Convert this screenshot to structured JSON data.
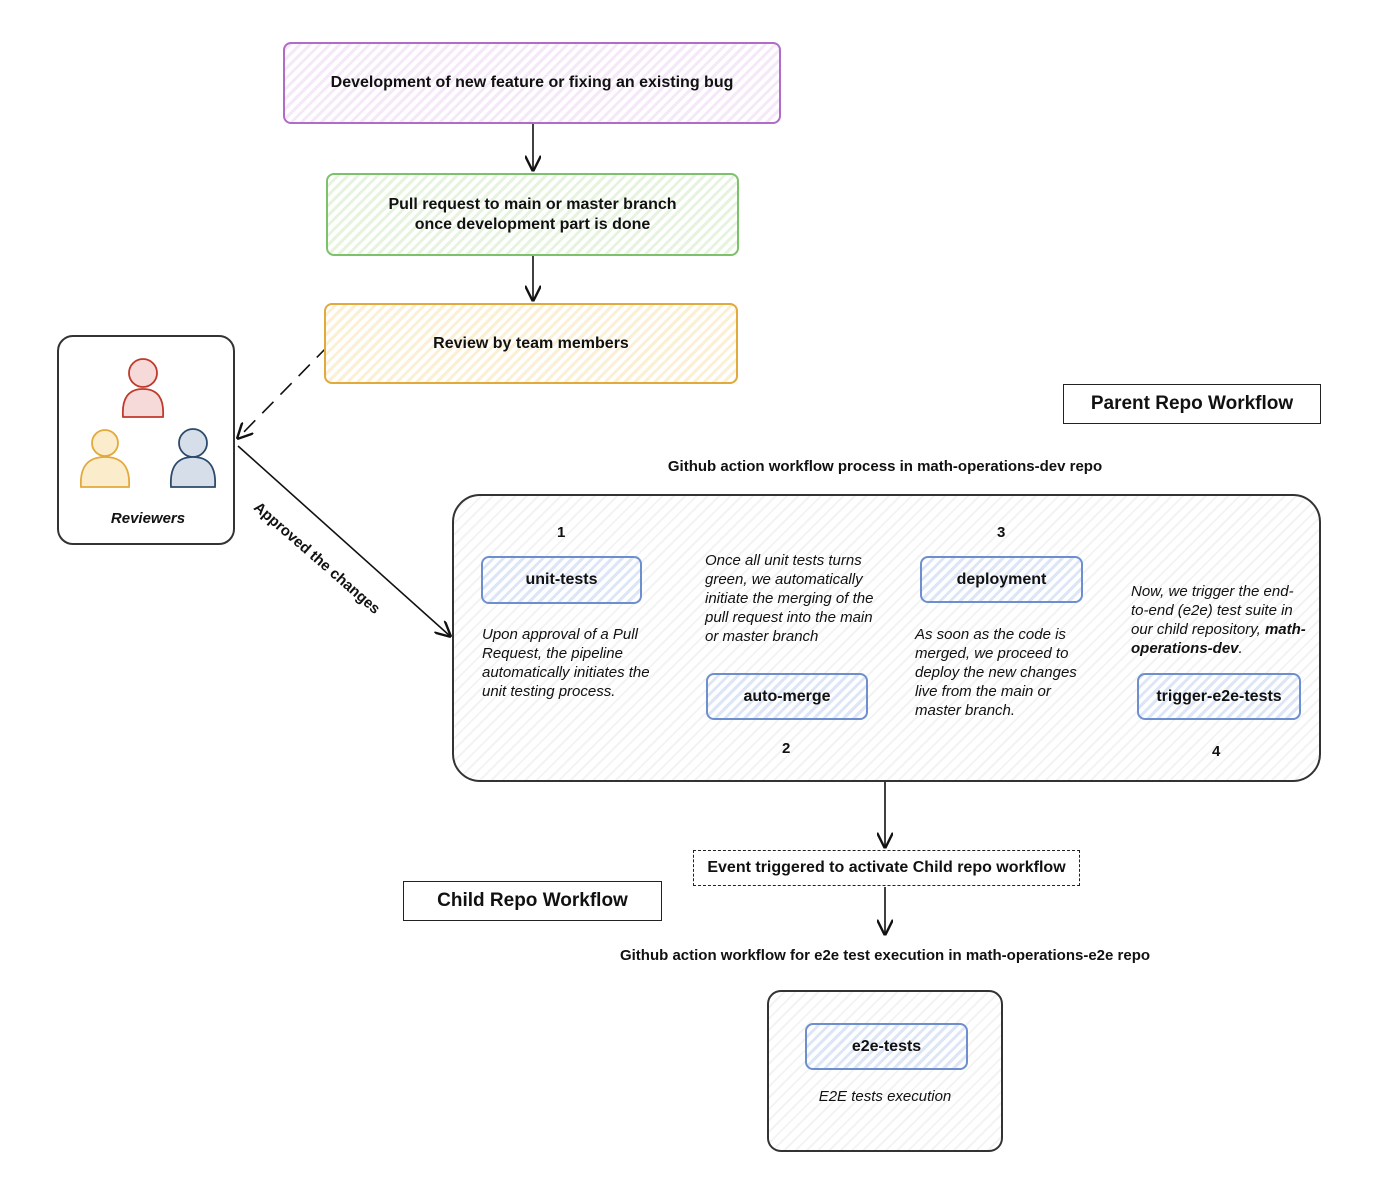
{
  "nodes": {
    "development": "Development of new feature or fixing an existing bug",
    "pull_request": "Pull request to main or master branch once development part is done",
    "review": "Review by team members",
    "reviewers": "Reviewers",
    "parent_title": "Parent Repo Workflow",
    "child_title": "Child Repo Workflow",
    "parent_heading": "Github action workflow process in math-operations-dev repo",
    "child_heading": "Github action workflow for e2e test execution in math-operations-e2e repo",
    "event": "Event triggered to activate Child repo workflow",
    "approved": "Approved the changes"
  },
  "steps": [
    {
      "num": "1",
      "label": "unit-tests",
      "desc": "Upon approval of a Pull Request, the pipeline automatically initiates the unit testing process."
    },
    {
      "num": "2",
      "label": "auto-merge",
      "desc": "Once all unit tests turns green, we automatically initiate the merging of the pull request into the main or master branch"
    },
    {
      "num": "3",
      "label": "deployment",
      "desc": "As soon as the code is merged, we proceed to deploy the new changes live from the main or master branch."
    },
    {
      "num": "4",
      "label": "trigger-e2e-tests",
      "desc_pre": "Now, we trigger the end-to-end (e2e) test suite in our child repository, ",
      "desc_bold": "math-operations-dev",
      "desc_post": "."
    }
  ],
  "child": {
    "label": "e2e-tests",
    "desc": "E2E tests execution"
  },
  "colors": {
    "purple": "#b06cc7",
    "green": "#7cc26a",
    "orange": "#e2a93b",
    "blue": "#6e8fcf",
    "person_red": "#c0392b",
    "person_yellow": "#e2a93b",
    "person_navy": "#2c4a6b"
  }
}
